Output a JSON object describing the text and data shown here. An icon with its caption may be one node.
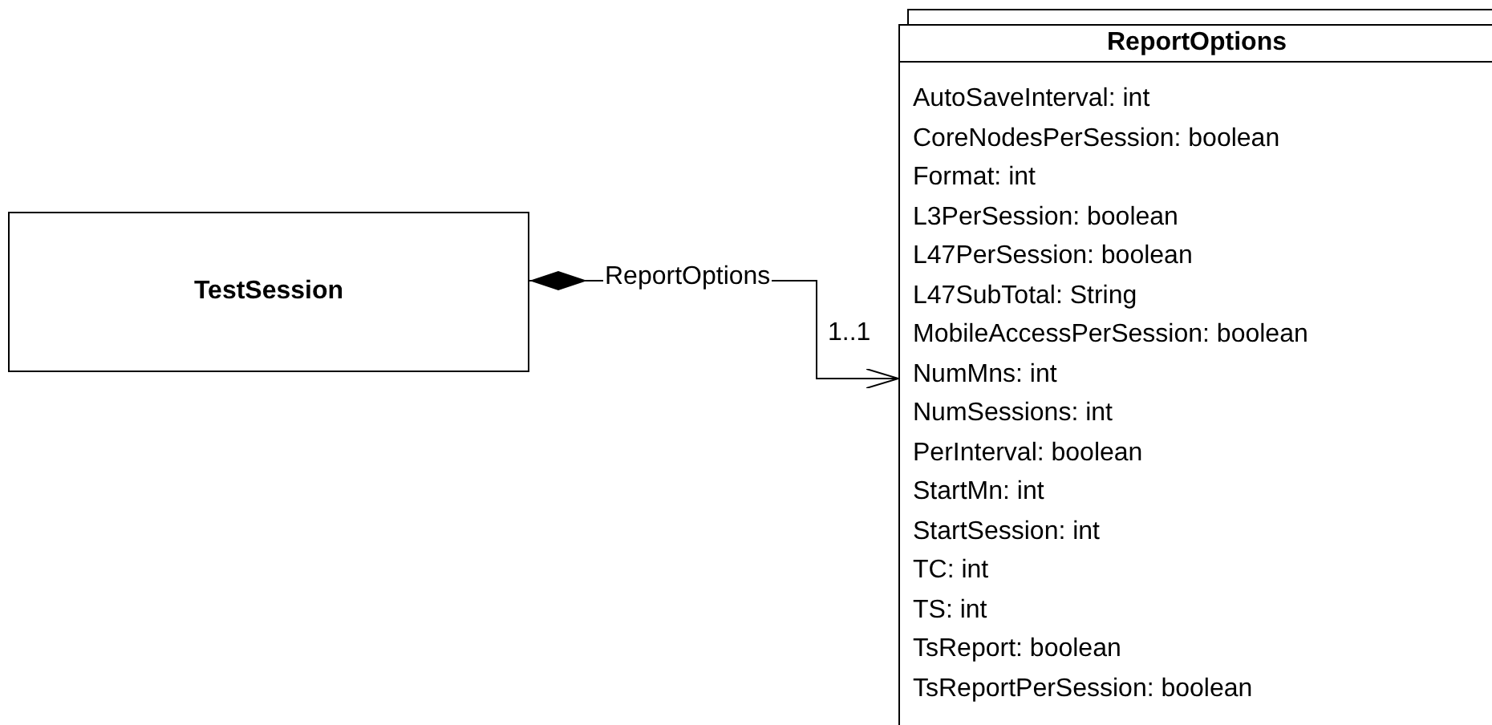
{
  "diagram": {
    "nodes": [
      {
        "text": [
          "TestSession"
        ]
      },
      {
        "text": [
          "ReportOptions",
          "AutoSaveInterval: int",
          "CoreNodesPerSession: boolean",
          "Format: int",
          "L3PerSession: boolean",
          "L47PerSession: boolean",
          "L47SubTotal: String",
          "MobileAccessPerSession: boolean",
          "NumMns: int",
          "NumSessions: int",
          "PerInterval: boolean",
          "StartMn: int",
          "StartSession: int",
          "TC: int",
          "TS: int",
          "TsReport: boolean",
          "TsReportPerSession: boolean"
        ]
      }
    ],
    "edges": [
      {
        "from": 0,
        "to": 1,
        "arrow": "to",
        "label": "ReportOptions"
      }
    ],
    "labels": [
      "1..1"
    ]
  }
}
